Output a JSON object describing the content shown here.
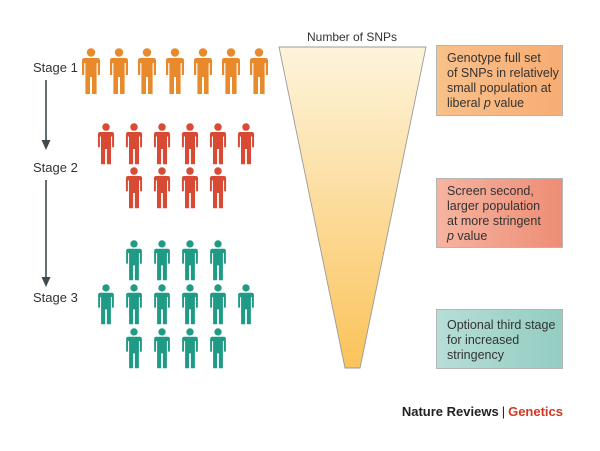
{
  "stages": [
    {
      "label": "Stage 1"
    },
    {
      "label": "Stage 2"
    },
    {
      "label": "Stage 3"
    }
  ],
  "funnel": {
    "title": "Number of SNPs",
    "color_top": "#fdf4dc",
    "color_bottom": "#fbc35a"
  },
  "groups": [
    {
      "stage": "Stage 1",
      "color": "#e8892c",
      "rows": [
        7
      ]
    },
    {
      "stage": "Stage 2",
      "color": "#d94a35",
      "rows": [
        6,
        4
      ]
    },
    {
      "stage": "Stage 3",
      "color": "#1f9a84",
      "rows": [
        4,
        6,
        4
      ]
    }
  ],
  "boxes": [
    {
      "lines": [
        "Genotype full set",
        "of SNPs in relatively",
        "small population at"
      ],
      "last_prefix": "liberal ",
      "last_italic": "p",
      "last_suffix": " value"
    },
    {
      "lines": [
        "Screen second,",
        "larger population",
        "at more stringent"
      ],
      "last_prefix": "",
      "last_italic": "p",
      "last_suffix": " value"
    },
    {
      "lines": [
        "Optional third stage",
        "for increased",
        "stringency"
      ]
    }
  ],
  "footer": {
    "brand": "Nature Reviews",
    "separator": "|",
    "section": "Genetics"
  }
}
